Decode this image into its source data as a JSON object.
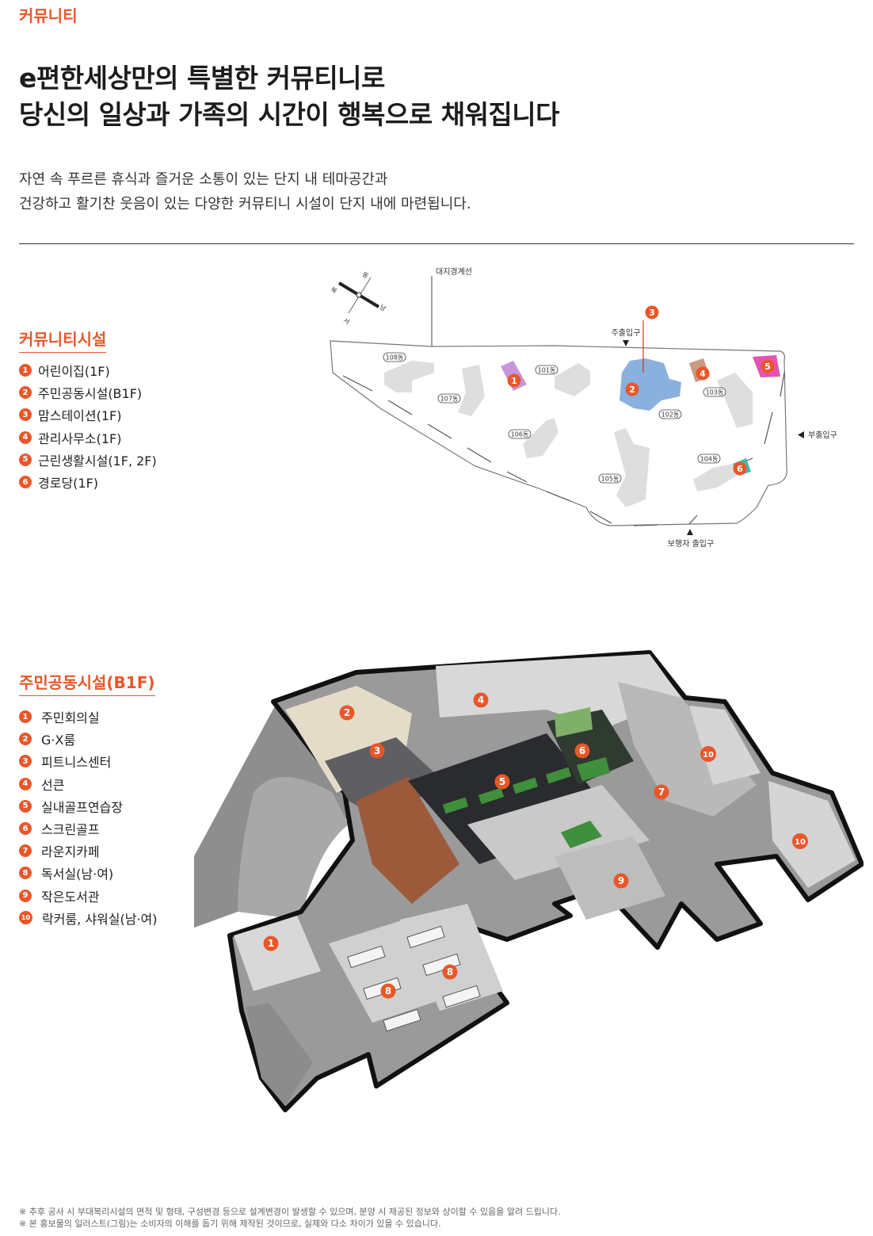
{
  "tag": "커뮤니티",
  "headline": {
    "line1": "e편한세상만의 특별한 커뮤티니로",
    "line2": "당신의 일상과 가족의 시간이 행복으로 채워집니다"
  },
  "description": {
    "line1": "자연 속 푸르른 휴식과 즐거운 소통이 있는 단지 내 테마공간과",
    "line2": "건강하고 활기찬 웃음이 있는 다양한 커뮤티니 시설이 단지 내에 마련됩니다."
  },
  "community": {
    "title": "커뮤니티시설",
    "items": [
      {
        "num": "1",
        "label": "어린이집(1F)"
      },
      {
        "num": "2",
        "label": "주민공동시설(B1F)"
      },
      {
        "num": "3",
        "label": "맘스테이션(1F)"
      },
      {
        "num": "4",
        "label": "관리사무소(1F)"
      },
      {
        "num": "5",
        "label": "근린생활시설(1F, 2F)"
      },
      {
        "num": "6",
        "label": "경로당(1F)"
      }
    ]
  },
  "site_map": {
    "compass": {
      "north": "북",
      "east": "동",
      "south": "남",
      "west": "서"
    },
    "boundary_label": "대지경계선",
    "main_entrance": "주출입구",
    "sub_entrance": "부출입구",
    "pedestrian_entrance": "보행자 출입구",
    "buildings": [
      "108동",
      "101동",
      "107동",
      "102동",
      "103동",
      "106동",
      "104동",
      "105동"
    ],
    "markers": [
      "1",
      "2",
      "3",
      "4",
      "5",
      "6"
    ],
    "colors": {
      "daycare": "#c896d8",
      "community": "#8ab0de",
      "office": "#c99a80",
      "retail": "#e553b0",
      "senior": "#3fb8b0",
      "building": "#dedede"
    }
  },
  "facility": {
    "title": "주민공동시설(B1F)",
    "items": [
      {
        "num": "1",
        "label": "주민회의실"
      },
      {
        "num": "2",
        "label": "G·X룸"
      },
      {
        "num": "3",
        "label": "피트니스센터"
      },
      {
        "num": "4",
        "label": "선큰"
      },
      {
        "num": "5",
        "label": "실내골프연습장"
      },
      {
        "num": "6",
        "label": "스크린골프"
      },
      {
        "num": "7",
        "label": "라운지카페"
      },
      {
        "num": "8",
        "label": "독서실(남·여)"
      },
      {
        "num": "9",
        "label": "작은도서관"
      },
      {
        "num": "10",
        "label": "락커룸, 샤워실(남·여)"
      }
    ],
    "markers": [
      "1",
      "2",
      "3",
      "4",
      "5",
      "6",
      "7",
      "8",
      "8",
      "9",
      "10",
      "10"
    ]
  },
  "notes": {
    "line1": "※ 추후 공사 시 부대복리시설의 면적 및 형태, 구성변경 등으로 설계변경이 발생할 수 있으며, 분양 시 제공된 정보와 상이할 수 있음을 알려 드립니다.",
    "line2": "※ 본 홍보물의 일러스트(그림)는 소비자의 이해를 돕기 위해 제작된 것이므로, 실제와 다소 차이가 있을 수 있습니다."
  },
  "accent_color": "#e8572a"
}
